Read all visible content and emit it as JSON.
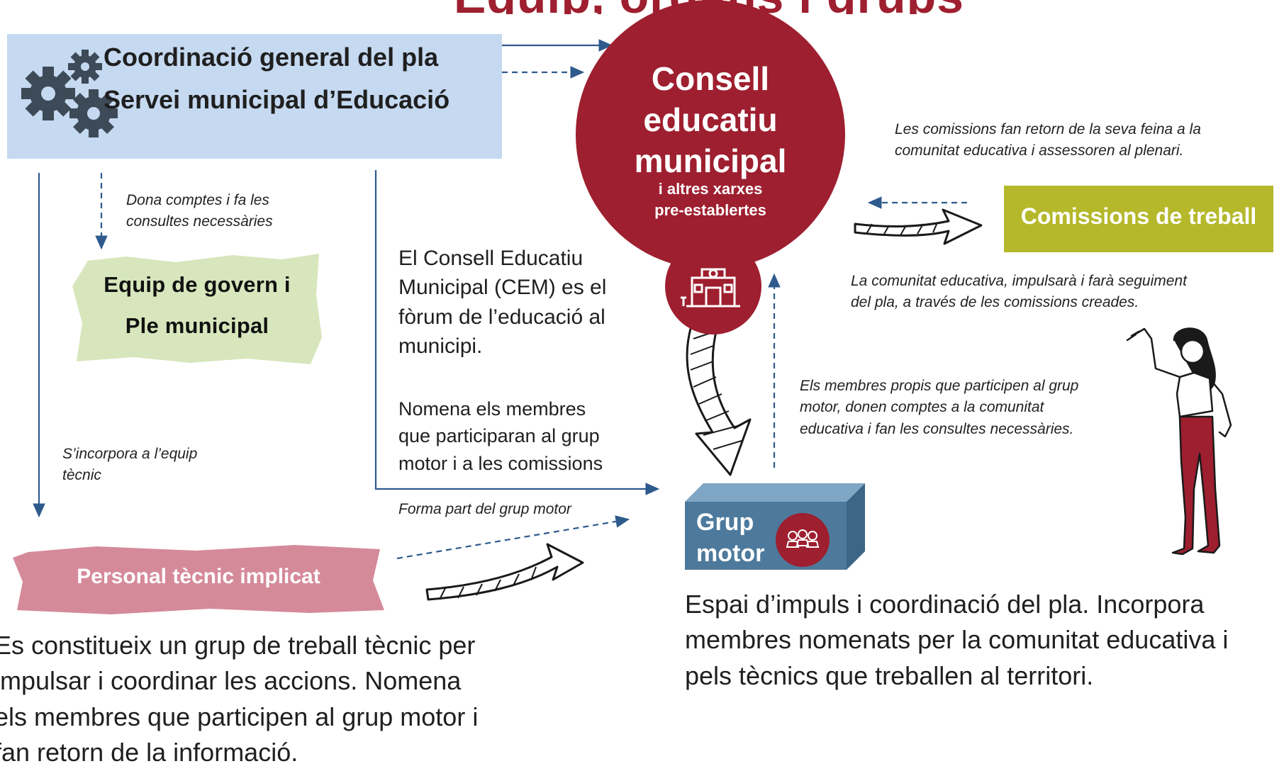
{
  "title": "Equip, òrgans i grups",
  "coordination": {
    "line1": "Coordinació general del pla",
    "line2": "Servei municipal d’Educació"
  },
  "council": {
    "line1": "Consell",
    "line2": "educatiu",
    "line3": "municipal",
    "line4": "i altres xarxes",
    "line5": "pre-establertes"
  },
  "notes": {
    "dona_comptes": [
      "Dona comptes i fa les",
      "consultes necessàries"
    ],
    "incorpora": [
      "S’incorpora a l’equip",
      "tècnic"
    ],
    "forma_part": "Forma part del grup motor",
    "comissions_retorn": [
      "Les comissions fan retorn de la seva feina a la",
      "comunitat educativa i assessoren al plenari."
    ],
    "comunitat_impulsara": [
      "La comunitat educativa, impulsarà i farà seguiment",
      "del pla, a través de les comissions creades."
    ],
    "membres_propis": [
      "Els membres propis que participen al grup",
      "motor, donen comptes a la comunitat",
      "educativa i fan les consultes necessàries."
    ]
  },
  "govern": {
    "line1": "Equip de govern i",
    "line2": "Ple municipal"
  },
  "personal": "Personal tècnic implicat",
  "comissions": "Comissions de treball",
  "grup_motor": {
    "line1": "Grup",
    "line2": "motor"
  },
  "cem_text": {
    "p1": [
      "El Consell Educatiu",
      "Municipal (CEM) es el",
      "fòrum de l’educació al",
      "municipi."
    ],
    "p2": [
      "Nomena els membres",
      "que participaran al grup",
      "motor i a les comissions"
    ]
  },
  "bottom_left": [
    "Es constitueix un grup de treball tècnic per",
    "impulsar i coordinar les accions. Nomena",
    "els membres que participen al grup motor i",
    "fan retorn de la informació."
  ],
  "bottom_right": [
    "Espai d’impuls i coordinació del pla. Incorpora",
    "membres nomenats per la comunitat educativa i",
    "pels tècnics que treballen al territori."
  ],
  "colors": {
    "crimson": "#9e1f2f",
    "light_blue": "#c5d9f1",
    "light_green": "#d7e6bc",
    "pink": "#d58a9a",
    "olive": "#b5b82a",
    "steel_blue": "#4d7a9c",
    "arrow_blue": "#2e5a8c"
  }
}
